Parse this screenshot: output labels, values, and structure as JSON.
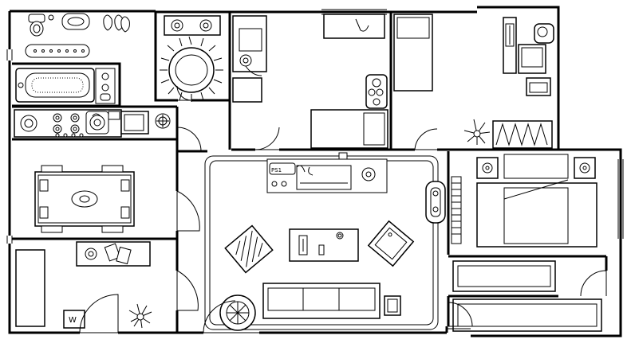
{
  "plan": {
    "labels": {
      "equipment_tag": "PS1",
      "sign_mark": "W"
    },
    "colors": {
      "ink": "#000000",
      "paper": "#ffffff"
    },
    "rooms": [
      "bathroom",
      "washroom",
      "kitchen",
      "dining-room",
      "storage-room",
      "bedroom-small",
      "bedroom-twin",
      "study",
      "living-room",
      "master-bedroom",
      "closet",
      "entry-hall"
    ]
  }
}
